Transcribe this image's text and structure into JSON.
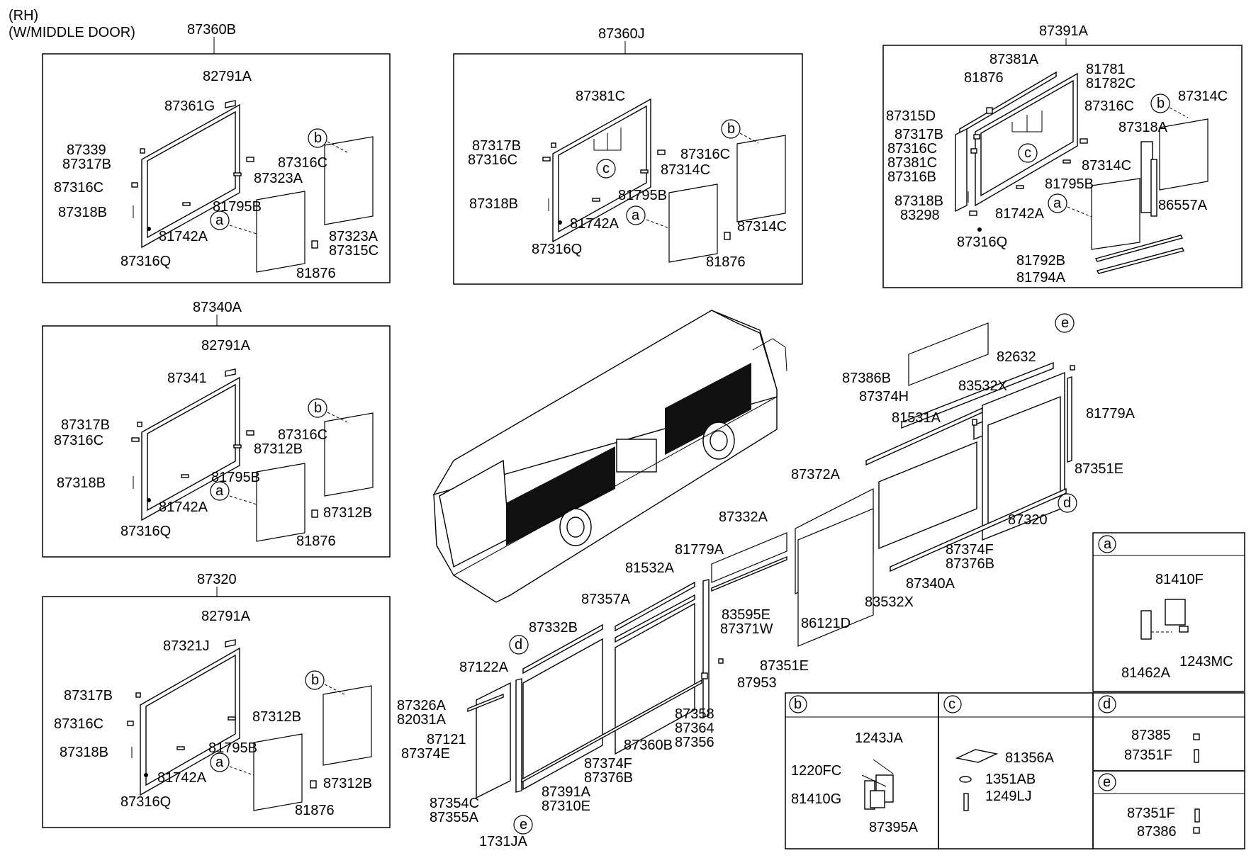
{
  "header": {
    "line1": "(RH)",
    "line2": "(W/MIDDLE DOOR)"
  },
  "boxes": {
    "b1": {
      "title": "87360B",
      "labels": [
        "82791A",
        "87361G",
        "87339",
        "87317B",
        "87316C",
        "87318B",
        "87316Q",
        "81742A",
        "81795B",
        "87316C",
        "87323A",
        "87323A",
        "87315C",
        "81876",
        "a",
        "b"
      ]
    },
    "b2": {
      "title": "87360J",
      "labels": [
        "87381C",
        "87317B",
        "87316C",
        "87318B",
        "87316Q",
        "81742A",
        "81795B",
        "87316C",
        "87314C",
        "87314C",
        "81876",
        "a",
        "b",
        "c"
      ]
    },
    "b3": {
      "title": "87391A",
      "labels": [
        "87381A",
        "81876",
        "81781",
        "81782C",
        "87315D",
        "87317B",
        "87316C",
        "87381C",
        "87316B",
        "87318B",
        "83298",
        "87316Q",
        "81742A",
        "81795B",
        "87316C",
        "87314C",
        "87318A",
        "87314C",
        "86557A",
        "81792B",
        "81794A",
        "a",
        "b",
        "c"
      ]
    },
    "b4": {
      "title": "87340A",
      "labels": [
        "82791A",
        "87341",
        "87317B",
        "87316C",
        "87318B",
        "87316Q",
        "81742A",
        "81795B",
        "87316C",
        "87312B",
        "87312B",
        "81876",
        "a",
        "b"
      ]
    },
    "b5": {
      "title": "87320",
      "labels": [
        "82791A",
        "87321J",
        "87317B",
        "87316C",
        "87318B",
        "87316Q",
        "81742A",
        "81795B",
        "87312B",
        "87312B",
        "81876",
        "a",
        "b"
      ]
    }
  },
  "main_labels": [
    "87386B",
    "87374H",
    "81531A",
    "83532X",
    "82632",
    "81779A",
    "87351E",
    "87372A",
    "87320",
    "87374F",
    "87376B",
    "87340A",
    "83532X",
    "87332A",
    "86121D",
    "83595E",
    "87371W",
    "81779A",
    "81532A",
    "87357A",
    "87332B",
    "87122A",
    "87326A",
    "82031A",
    "87121",
    "87374E",
    "87354C",
    "87355A",
    "1731JA",
    "87391A",
    "87310E",
    "87374F",
    "87376B",
    "87360B",
    "87358",
    "87364",
    "87356",
    "87351E",
    "87953",
    "d",
    "e",
    "e",
    "d"
  ],
  "detail_panels": {
    "a": {
      "tag": "a",
      "labels": [
        "81410F",
        "81462A",
        "1243MC"
      ]
    },
    "b": {
      "tag": "b",
      "labels": [
        "1243JA",
        "1220FC",
        "81410G",
        "87395A"
      ]
    },
    "c": {
      "tag": "c",
      "labels": [
        "81356A",
        "1351AB",
        "1249LJ"
      ]
    },
    "d": {
      "tag": "d",
      "labels": [
        "87385",
        "87351F"
      ]
    },
    "e": {
      "tag": "e",
      "labels": [
        "87351F",
        "87386"
      ]
    }
  }
}
